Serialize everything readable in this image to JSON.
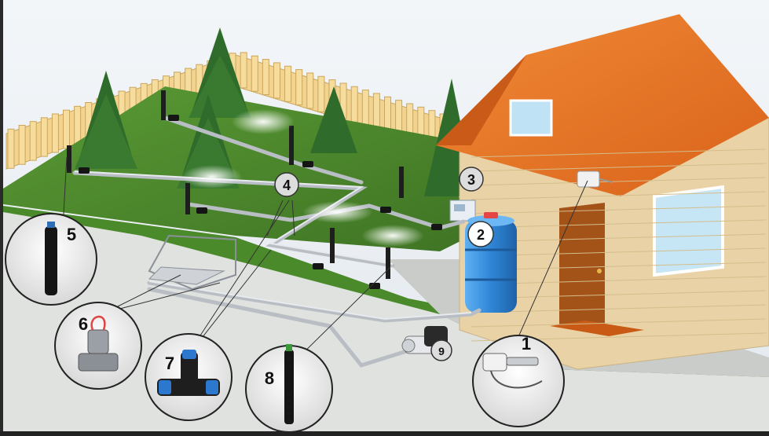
{
  "diagram": {
    "callouts": [
      {
        "id": "1",
        "label": "1",
        "component": "rain-sensor"
      },
      {
        "id": "2",
        "label": "2",
        "component": "water-tank"
      },
      {
        "id": "3",
        "label": "3",
        "component": "controller"
      },
      {
        "id": "4",
        "label": "4",
        "component": "pipe-network"
      },
      {
        "id": "5",
        "label": "5",
        "component": "pop-up-sprinkler"
      },
      {
        "id": "6",
        "label": "6",
        "component": "solenoid-valve"
      },
      {
        "id": "7",
        "label": "7",
        "component": "compression-tee-fitting"
      },
      {
        "id": "8",
        "label": "8",
        "component": "spray-head"
      },
      {
        "id": "9",
        "label": "9",
        "component": "pump"
      }
    ]
  },
  "colors": {
    "lawn": "#4f8a2e",
    "lawn_dark": "#3f7424",
    "path": "#d9dcd9",
    "house_wall": "#e9d3a6",
    "roof": "#e8792b",
    "tank": "#3d8fd9",
    "fence": "#f1d28c",
    "tree": "#2f6b2a",
    "pipe": "#b9bec4",
    "sky": "#eef1f5"
  },
  "icons": [
    "sprinkler-icon",
    "valve-icon",
    "tee-fitting-icon",
    "pump-icon",
    "rain-sensor-icon",
    "tank-icon",
    "controller-icon"
  ]
}
